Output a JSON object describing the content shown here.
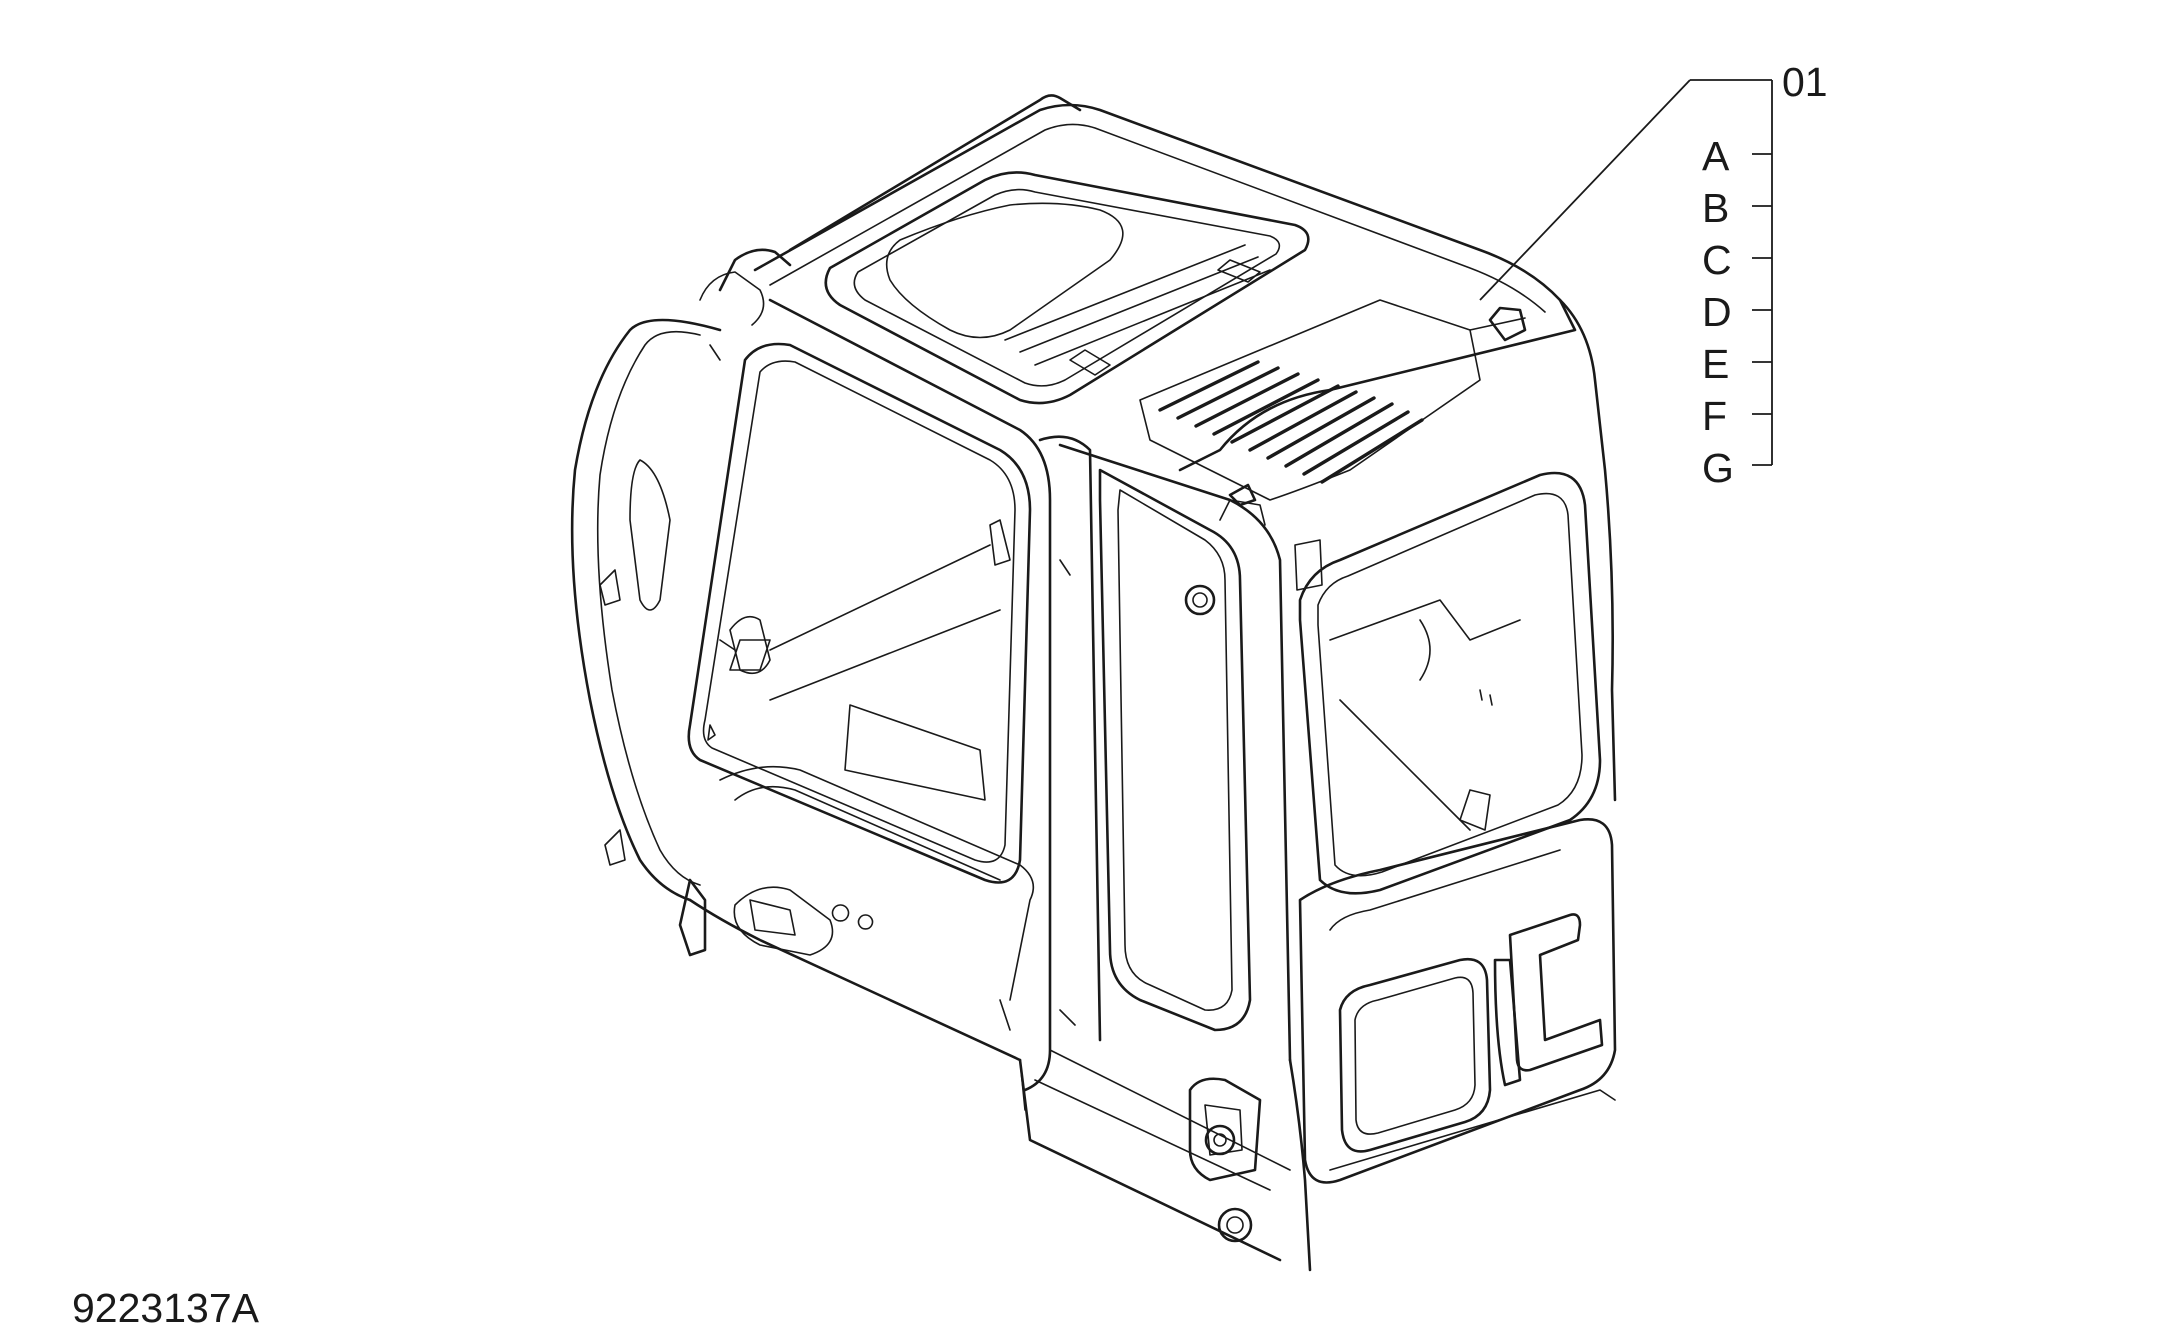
{
  "callout": {
    "main": "01",
    "items": [
      "A",
      "B",
      "C",
      "D",
      "E",
      "F",
      "G"
    ]
  },
  "drawing_number": "9223137A",
  "icons": [
    "excavator-cab-drawing"
  ]
}
